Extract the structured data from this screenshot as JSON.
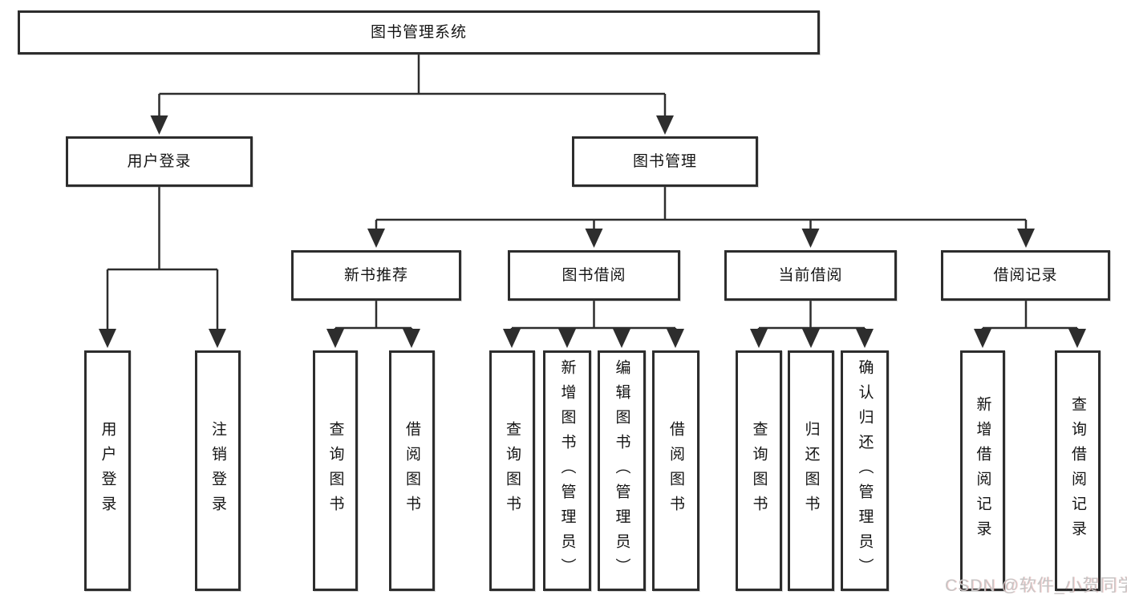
{
  "tree": {
    "label": "图书管理系统",
    "children": [
      {
        "label": "用户登录",
        "children": [
          {
            "label": "用户登录"
          },
          {
            "label": "注销登录"
          }
        ]
      },
      {
        "label": "图书管理",
        "children": [
          {
            "label": "新书推荐",
            "children": [
              {
                "label": "查询图书"
              },
              {
                "label": "借阅图书"
              }
            ]
          },
          {
            "label": "图书借阅",
            "children": [
              {
                "label": "查询图书"
              },
              {
                "label": "新增图书（管理员）"
              },
              {
                "label": "编辑图书（管理员）"
              },
              {
                "label": "借阅图书"
              }
            ]
          },
          {
            "label": "当前借阅",
            "children": [
              {
                "label": "查询图书"
              },
              {
                "label": "归还图书"
              },
              {
                "label": "确认归还（管理员）"
              }
            ]
          },
          {
            "label": "借阅记录",
            "children": [
              {
                "label": "新增借阅记录"
              },
              {
                "label": "查询借阅记录"
              }
            ]
          }
        ]
      }
    ]
  },
  "watermark": {
    "text": "CSDN @软件_小贺同学"
  },
  "colors": {
    "line": "#2d2d2d",
    "box_border": "#2d2d2d",
    "text": "#141414",
    "watermark": "#c7c5c5"
  }
}
